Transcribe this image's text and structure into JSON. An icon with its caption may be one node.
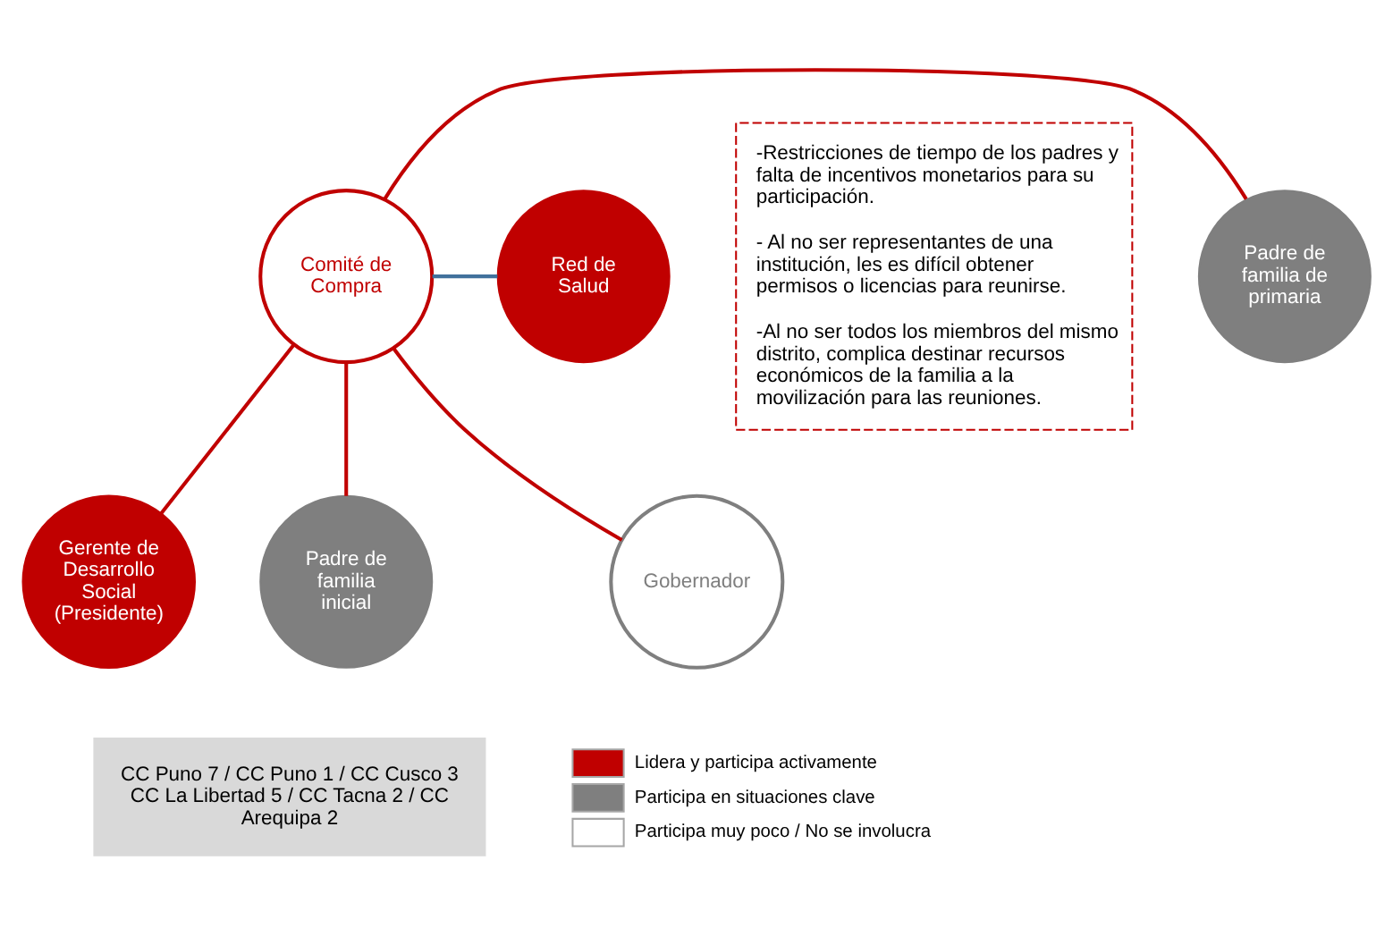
{
  "diagram": {
    "nodes": [
      {
        "text": [
          "Gerente de Desarrollo Social (Presidente)"
        ]
      },
      {
        "text": [
          "Padre de familia de primaria"
        ]
      },
      {
        "text": [
          "Red de Salud"
        ]
      },
      {
        "text": [
          "Comité de Compra"
        ]
      },
      {
        "text": [
          "Padre de familia inicial"
        ]
      },
      {
        "text": [
          "Gobernador"
        ]
      },
      {
        "text": [
          "-Restricciones de tiempo de los padres y falta de incentivos monetarios para su participación.",
          "- Al no ser representantes de una institución, les es difícil obtener permisos o licencias para reunirse.",
          "-Al no ser todos los miembros del mismo distrito, complica destinar recursos económicos de la familia a la movilización para las reuniones."
        ]
      },
      {
        "text": [
          "CC Puno 7 / CC Puno 1 / CC Cusco 3 CC La Libertad 5 / CC Tacna 2 / CC Arequipa 2"
        ]
      }
    ],
    "edges": [
      {
        "from": 3,
        "to": 0,
        "arrow": "none"
      },
      {
        "from": 3,
        "to": 1,
        "arrow": "none"
      },
      {
        "from": 3,
        "to": 2,
        "arrow": "none",
        "color": "#41719c"
      },
      {
        "from": 3,
        "to": 4,
        "arrow": "none"
      },
      {
        "from": 3,
        "to": 5,
        "arrow": "none"
      }
    ],
    "legend": [
      {
        "text": "Lidera y participa activamente",
        "color": "#c00000"
      },
      {
        "text": "Participa en situaciones clave",
        "color": "#7f7f7f"
      },
      {
        "text": "Participa muy poco / No se involucra",
        "color": "#ffffff"
      }
    ]
  }
}
